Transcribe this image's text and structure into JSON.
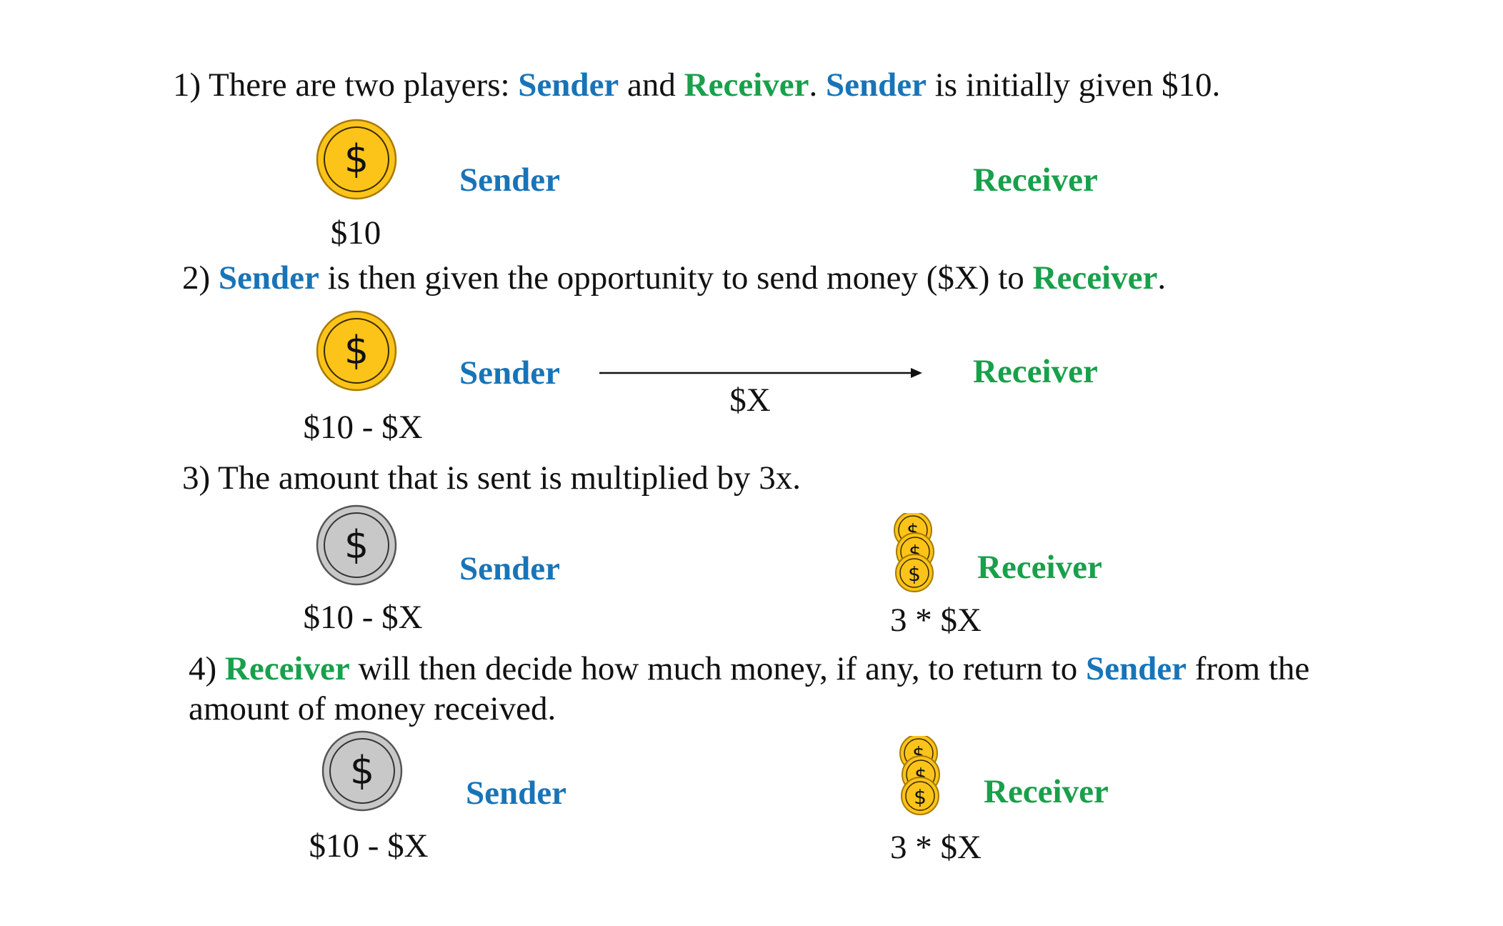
{
  "steps": [
    {
      "number": "1)",
      "parts": [
        {
          "text": " There are two players: ",
          "role": ""
        },
        {
          "text": "Sender",
          "role": "sender"
        },
        {
          "text": " and ",
          "role": ""
        },
        {
          "text": "Receiver",
          "role": "receiver"
        },
        {
          "text": ". ",
          "role": ""
        },
        {
          "text": "Sender",
          "role": "sender"
        },
        {
          "text": " is initially given $10.",
          "role": ""
        }
      ]
    },
    {
      "number": "2)",
      "parts": [
        {
          "text": " ",
          "role": ""
        },
        {
          "text": "Sender",
          "role": "sender"
        },
        {
          "text": " is then given the opportunity to send money ($X) to ",
          "role": ""
        },
        {
          "text": "Receiver",
          "role": "receiver"
        },
        {
          "text": ".",
          "role": ""
        }
      ]
    },
    {
      "number": "3)",
      "parts": [
        {
          "text": " The amount that is sent is multiplied by 3x.",
          "role": ""
        }
      ]
    },
    {
      "number": "4)",
      "parts": [
        {
          "text": " ",
          "role": ""
        },
        {
          "text": "Receiver",
          "role": "receiver"
        },
        {
          "text": " will then decide how much money, if any, to return to ",
          "role": ""
        },
        {
          "text": "Sender",
          "role": "sender"
        },
        {
          "text": " from the amount of money received.",
          "role": ""
        }
      ]
    }
  ],
  "panels": [
    {
      "sender_label": "Sender",
      "receiver_label": "Receiver",
      "sender_coin": "gold-coin-icon",
      "sender_amount": "$10",
      "receiver_coins": "",
      "receiver_amount": "",
      "transfer_label": ""
    },
    {
      "sender_label": "Sender",
      "receiver_label": "Receiver",
      "sender_coin": "gold-coin-icon",
      "sender_amount": "$10 - $X",
      "receiver_coins": "",
      "receiver_amount": "",
      "transfer_label": "$X"
    },
    {
      "sender_label": "Sender",
      "receiver_label": "Receiver",
      "sender_coin": "gray-coin-icon",
      "sender_amount": "$10 - $X",
      "receiver_coins": "gold-coin-stack-icon",
      "receiver_amount": "3 * $X",
      "transfer_label": ""
    },
    {
      "sender_label": "Sender",
      "receiver_label": "Receiver",
      "sender_coin": "gray-coin-icon",
      "sender_amount": "$10 - $X",
      "receiver_coins": "gold-coin-stack-icon",
      "receiver_amount": "3 * $X",
      "transfer_label": ""
    }
  ],
  "coin_symbol": "$",
  "colors": {
    "sender": "#1874b8",
    "receiver": "#18a04b",
    "gold_coin": "#fcc419",
    "gold_coin_edge": "#a77a00",
    "gray_coin": "#c8c8c8",
    "gray_coin_edge": "#555555",
    "text": "#111111"
  }
}
